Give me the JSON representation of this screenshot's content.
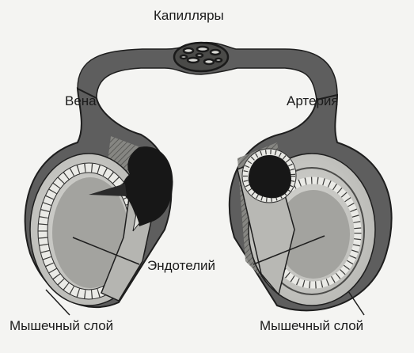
{
  "labels": {
    "capillaries": "Капилляры",
    "vein": "Вена",
    "artery": "Артерия",
    "endothelium": "Эндотелий",
    "muscle_left": "Мышечный слой",
    "muscle_right": "Мышечный слой"
  },
  "colors": {
    "background": "#f4f4f2",
    "vessel_wall": "#5e5e5e",
    "outline": "#1e1e1e",
    "muscle_layer": "#c9c9c5",
    "inner_layer": "#9d9d99",
    "lumen": "#171717",
    "cells": "#ededea"
  }
}
